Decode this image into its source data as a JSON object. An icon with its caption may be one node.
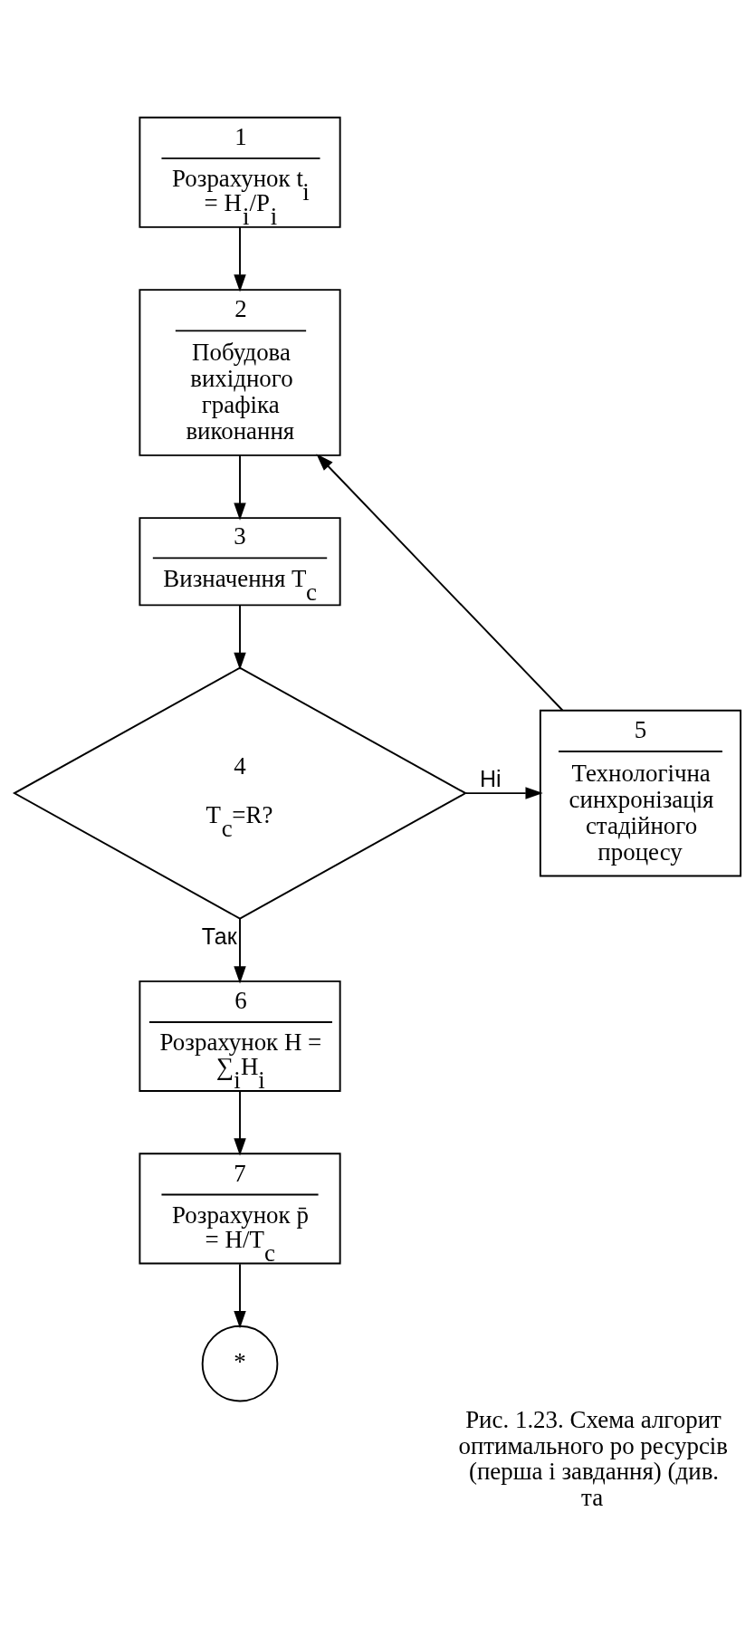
{
  "diagram": {
    "caption": "Рис. 1.23. Схема алгорит оптимального ро ресурсів (перша і завдання) (див. та",
    "nodes": [
      {
        "text": [
          "1",
          "Розрахунок t$_{i}$ = H$_{i}$/P$_{i}$"
        ]
      },
      {
        "text": [
          "2",
          "Побудова вихідного графіка виконання"
        ]
      },
      {
        "text": [
          "3",
          "Визначення T$_{c}$"
        ]
      },
      {
        "text": [
          "4",
          "T$_{c}$=R?"
        ]
      },
      {
        "text": [
          "5",
          "Технологічна синхронізація стадійного процесу"
        ]
      },
      {
        "text": [
          "6",
          "Розрахунок H = ∑$_{i}$H$_{i}$"
        ]
      },
      {
        "text": [
          "7",
          "Розрахунок p̄ = H/T$_{c}$"
        ]
      },
      {
        "text": [
          "*"
        ]
      }
    ],
    "edges": [
      {
        "from": 0,
        "to": 1,
        "arrow": "to"
      },
      {
        "from": 1,
        "to": 2,
        "arrow": "to"
      },
      {
        "from": 2,
        "to": 3,
        "arrow": "to"
      },
      {
        "from": 3,
        "to": 4,
        "arrow": "to",
        "label": "Ні"
      },
      {
        "from": 4,
        "to": 1,
        "arrow": "to"
      },
      {
        "from": 3,
        "to": 5,
        "arrow": "to",
        "label": "Так"
      },
      {
        "from": 5,
        "to": 6,
        "arrow": "to"
      },
      {
        "from": 6,
        "to": 7,
        "arrow": "to"
      }
    ]
  }
}
